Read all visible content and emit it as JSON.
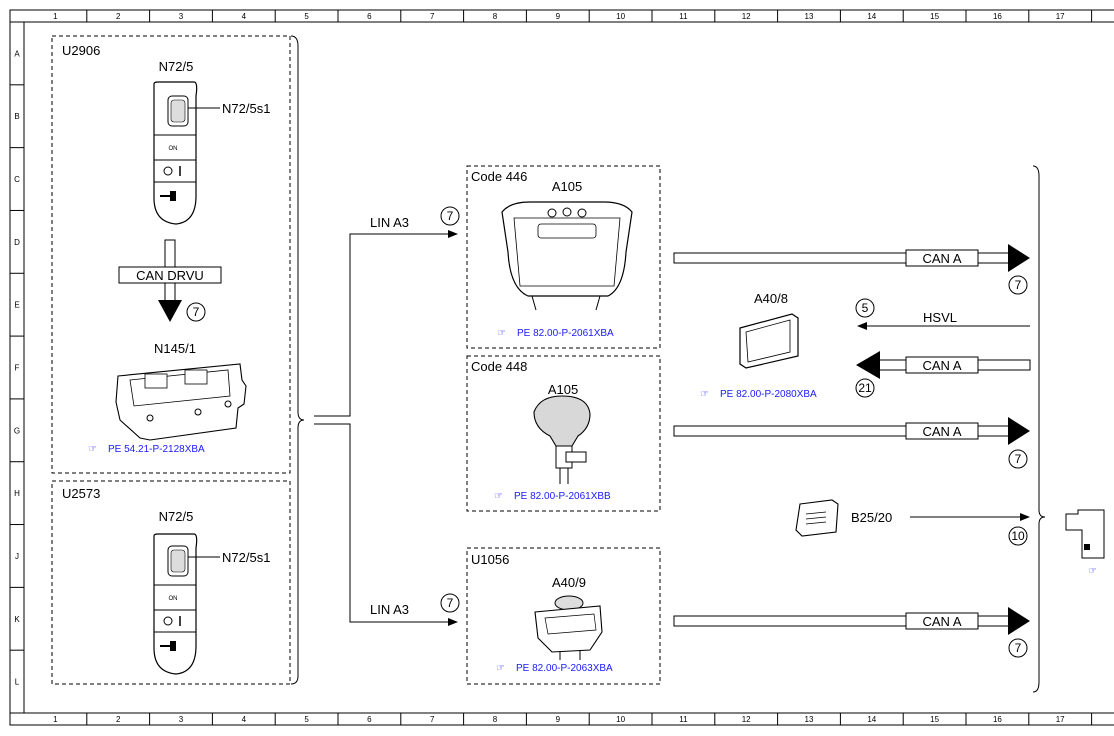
{
  "grid": {
    "columns": [
      "1",
      "2",
      "3",
      "4",
      "5",
      "6",
      "7",
      "8",
      "9",
      "10",
      "11",
      "12",
      "13",
      "14",
      "15",
      "16",
      "17"
    ],
    "rows": [
      "A",
      "B",
      "C",
      "D",
      "E",
      "F",
      "G",
      "H",
      "J",
      "K",
      "L"
    ]
  },
  "group_u2906": {
    "code": "U2906",
    "switch_label": "N72/5",
    "switch_part_label": "N72/5s1",
    "switch_on_text": "ON",
    "bus_label": "CAN DRVU",
    "bus_ref": "7",
    "module_label": "N145/1",
    "module_ref": "PE 54.21-P-2128XBA"
  },
  "group_u2573": {
    "code": "U2573",
    "switch_label": "N72/5",
    "switch_part_label": "N72/5s1",
    "switch_on_text": "ON"
  },
  "lin_upper": {
    "label": "LIN A3",
    "ref": "7"
  },
  "lin_lower": {
    "label": "LIN A3",
    "ref": "7"
  },
  "group_code446": {
    "code": "Code 446",
    "component": "A105",
    "ref": "PE 82.00-P-2061XBA"
  },
  "group_code448": {
    "code": "Code 448",
    "component": "A105",
    "ref": "PE 82.00-P-2061XBB"
  },
  "group_u1056": {
    "code": "U1056",
    "component": "A40/9",
    "ref": "PE 82.00-P-2063XBA"
  },
  "display": {
    "label": "A40/8",
    "ref": "PE 82.00-P-2080XBA"
  },
  "sensor": {
    "label": "B25/20",
    "ref": "10"
  },
  "bus_arrows": [
    {
      "label": "CAN A",
      "ref": "7"
    },
    {
      "label": "CAN A",
      "ref": "21"
    },
    {
      "label": "CAN A",
      "ref": "7"
    },
    {
      "label": "CAN A",
      "ref": "7"
    }
  ],
  "hsvl": {
    "label": "HSVL",
    "ref": "5"
  }
}
